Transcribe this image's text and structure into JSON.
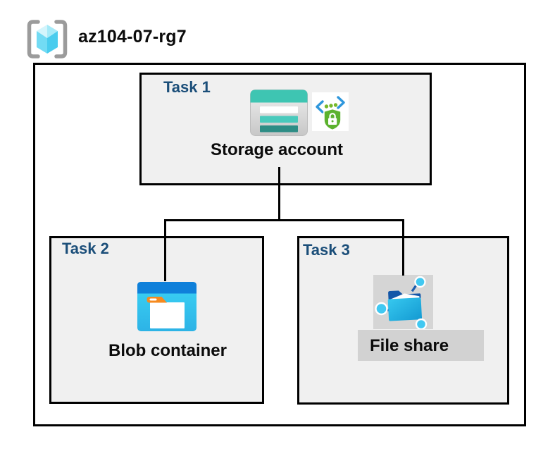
{
  "header": {
    "resource_group": "az104-07-rg7"
  },
  "tasks": [
    {
      "label": "Task 1",
      "resource_label": "Storage account",
      "icons": [
        "storage-account-icon",
        "code-brackets-shield-lock-icon"
      ]
    },
    {
      "label": "Task 2",
      "resource_label": "Blob container",
      "icons": [
        "blob-container-icon"
      ]
    },
    {
      "label": "Task 3",
      "resource_label": "File share",
      "icons": [
        "file-share-icon"
      ]
    }
  ],
  "connections": [
    {
      "from": "Storage account",
      "to": "Blob container"
    },
    {
      "from": "Storage account",
      "to": "File share"
    }
  ],
  "colors": {
    "task_label_navy": "#1b4e79",
    "task_box_fill": "#f0f0f0",
    "border_black": "#000000",
    "storage_teal": "#3ec5b2",
    "storage_teal_dark": "#2d8d85",
    "blob_titlebar_blue": "#0f80da",
    "blob_body_cyan": "#3bd3f5",
    "folder_tab_orange": "#f68a1f",
    "shield_green": "#5cb22e",
    "code_bracket_blue": "#2f97dc",
    "fileshare_folder_blue": "#149ad2",
    "fileshare_node_cyan": "#41c8f1",
    "fileshare_gray_bg": "#d5d5d5",
    "resource_group_bracket_gray": "#9b9b9b",
    "cube_cyan": "#49ccee"
  }
}
